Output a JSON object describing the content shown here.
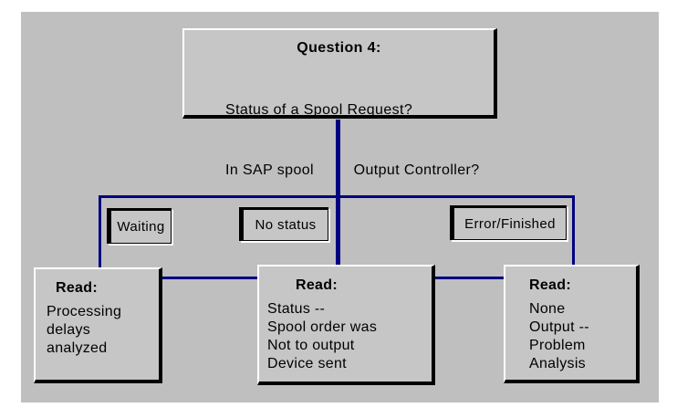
{
  "question_box": {
    "title": "Question 4:",
    "line1": "Status of a Spool Request?",
    "line2": "In SAP spool         Output Controller?"
  },
  "branch_labels": [
    {
      "label": "Waiting"
    },
    {
      "label": "No status"
    },
    {
      "label": "Error/Finished"
    }
  ],
  "read_boxes": [
    {
      "title": "Read:",
      "lines": [
        "Processing",
        "delays",
        "analyzed"
      ]
    },
    {
      "title": "Read:",
      "lines": [
        "Status --",
        "Spool order was",
        "Not to output",
        "Device sent"
      ]
    },
    {
      "title": "Read:",
      "lines": [
        "None",
        "Output --",
        "Problem",
        "Analysis"
      ]
    }
  ],
  "colors": {
    "connector": "#000080",
    "canvas_bg": "#bfbfbf",
    "box_bg": "#c6c6c6"
  }
}
